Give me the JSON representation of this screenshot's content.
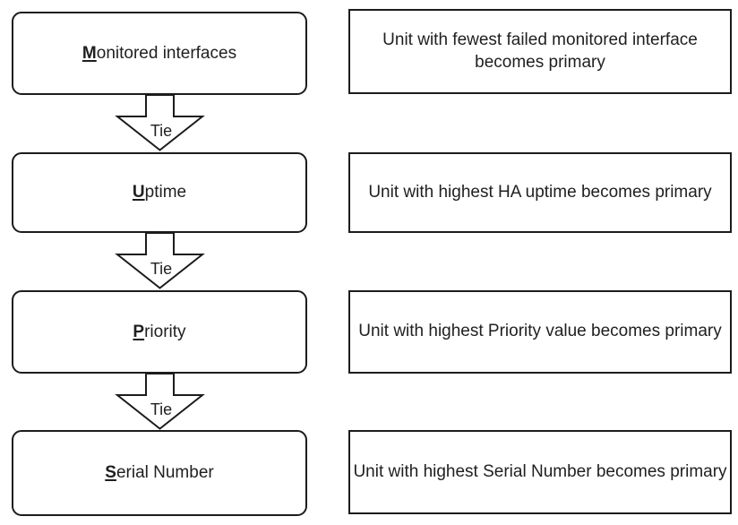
{
  "diagram": {
    "arrow_label": "Tie",
    "steps": [
      {
        "label_first": "M",
        "label_rest": "onitored interfaces",
        "description": "Unit with fewest failed monitored interface becomes primary"
      },
      {
        "label_first": "U",
        "label_rest": "ptime",
        "description": "Unit with highest HA uptime becomes primary"
      },
      {
        "label_first": "P",
        "label_rest": "riority",
        "description": "Unit with highest Priority value becomes primary"
      },
      {
        "label_first": "S",
        "label_rest": "erial Number",
        "description": "Unit with highest Serial Number becomes primary"
      }
    ],
    "colors": {
      "line": "#1c1c1c",
      "text": "#1f1f1f",
      "background": "#ffffff"
    }
  }
}
